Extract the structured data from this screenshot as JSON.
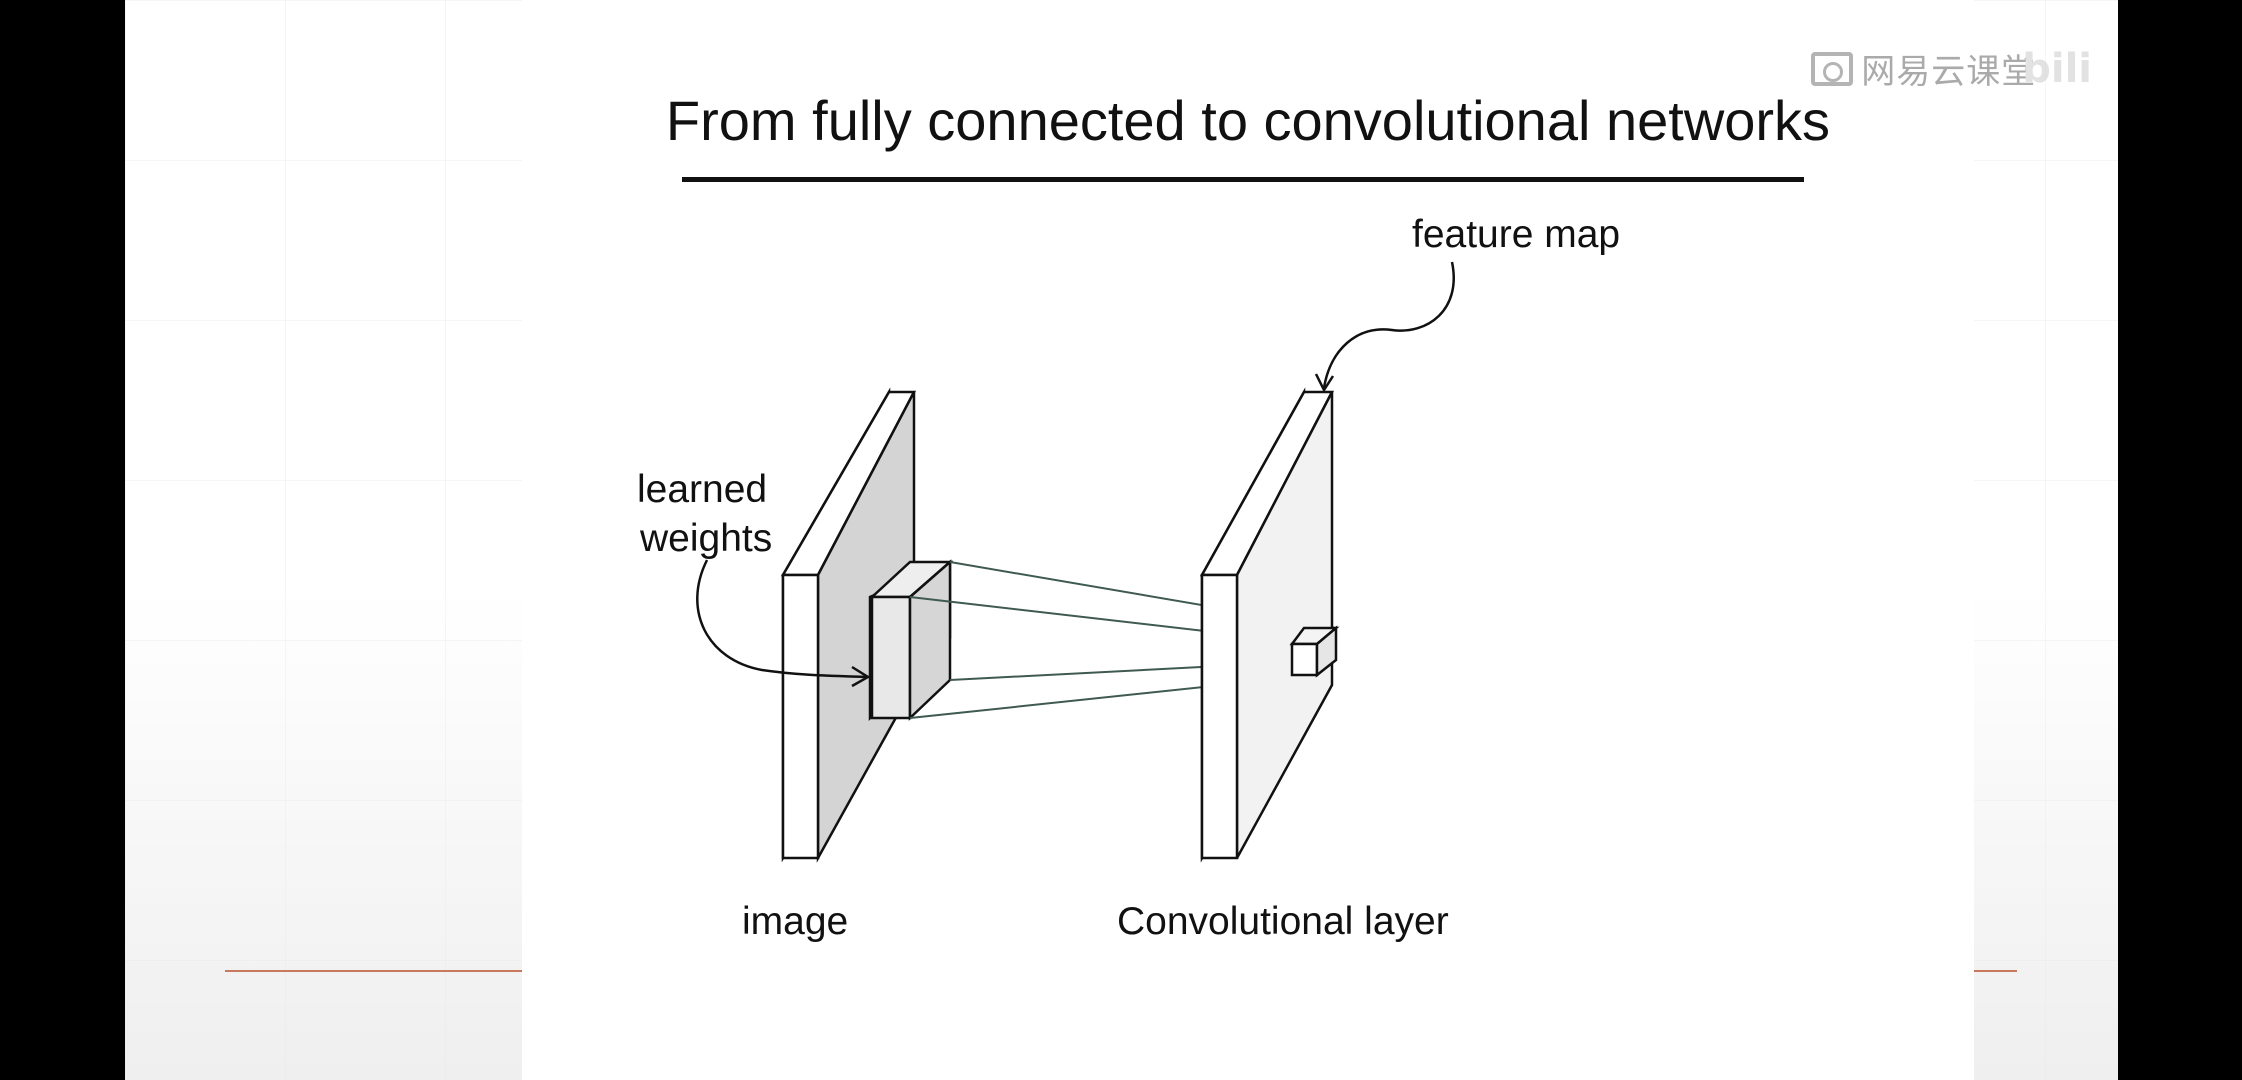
{
  "slide": {
    "title": "From fully connected to convolutional networks",
    "labels": {
      "feature_map": "feature map",
      "learned_line1": "learned",
      "learned_line2": "weights",
      "image": "image",
      "conv_layer": "Convolutional layer"
    }
  },
  "watermark": {
    "brand": "网易云课堂",
    "overlay": "bili"
  },
  "icons": {
    "brand_logo": "netease-cloud-classroom-logo-icon"
  },
  "colors": {
    "image_face": "#d4d4d4",
    "conv_face": "#f2f2f2",
    "connector": "#3f5a4f",
    "accent": "#c87a5e"
  }
}
